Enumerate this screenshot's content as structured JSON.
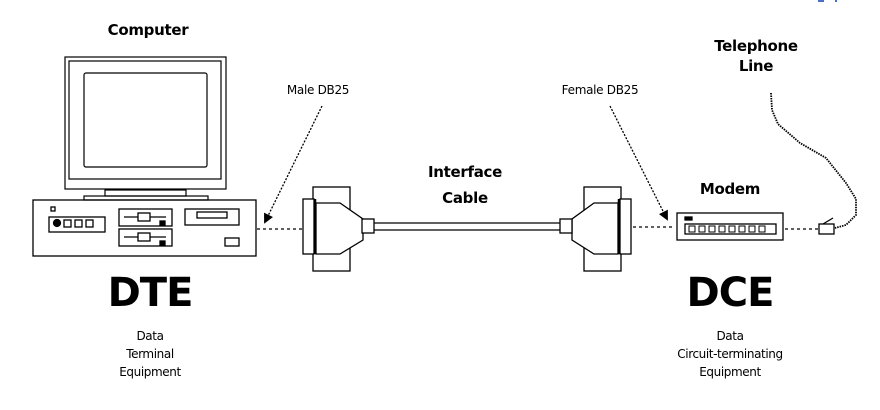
{
  "diagram": {
    "computer": {
      "title": "Computer"
    },
    "connectors": {
      "male": "Male DB25",
      "female": "Female DB25"
    },
    "cable": {
      "title_line1": "Interface",
      "title_line2": "Cable"
    },
    "modem": {
      "title": "Modem"
    },
    "telephone": {
      "title_line1": "Telephone",
      "title_line2": "Line"
    },
    "dte": {
      "abbr": "DTE",
      "desc_line1": "Data",
      "desc_line2": "Terminal",
      "desc_line3": "Equipment"
    },
    "dce": {
      "abbr": "DCE",
      "desc_line1": "Data",
      "desc_line2": "Circuit-terminating",
      "desc_line3": "Equipment"
    }
  }
}
